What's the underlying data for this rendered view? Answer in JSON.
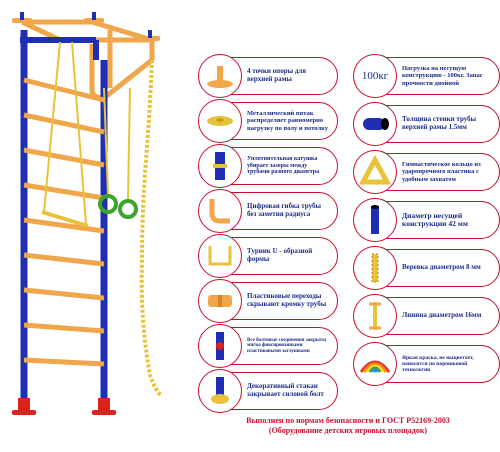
{
  "features_left": [
    {
      "icon": "base-plate-icon",
      "text": "4 точки опоры для верхней рамы",
      "size": 7
    },
    {
      "icon": "floor-pad-icon",
      "text": "Металлический пятак распределяет равномерно нагрузку по полу и потолку",
      "size": 6.5
    },
    {
      "icon": "tube-coupler-icon",
      "text": "Уплотнительная катушка убирает зазоры между трубами разного диаметра",
      "size": 6
    },
    {
      "icon": "bent-pipe-icon",
      "text": "Цифровая гибка трубы без заметия радиуса",
      "size": 7
    },
    {
      "icon": "u-bar-icon",
      "text": "Турник U - образной формы",
      "size": 7
    },
    {
      "icon": "plastic-cap-icon",
      "text": "Пластиковые переходы скрывают кромку трубы",
      "size": 7
    },
    {
      "icon": "bolt-joint-icon",
      "text": "Все болтовые соединения закрыты мягко фиксированными пластиковыми заглушками",
      "size": 5
    },
    {
      "icon": "decor-cup-icon",
      "text": "Декоративный стакан закрывает силовой болт",
      "size": 7
    }
  ],
  "features_right": [
    {
      "icon": "load-100kg-icon",
      "badge": "100кг",
      "text": "Нагрузка на несущую конструкцию - 100кг. Запас прочности двойной",
      "size": 6.5
    },
    {
      "icon": "pipe-wall-icon",
      "text": "Толщина стенки трубы верхней рамы 1.5мм",
      "size": 7
    },
    {
      "icon": "gym-ring-icon",
      "text": "Гимнастическое кольцо из ударопрочного пластика с удобным захватом",
      "size": 6.5
    },
    {
      "icon": "pipe-diameter-icon",
      "text": "Диаметр несущей конструкции 42 мм",
      "size": 7.5
    },
    {
      "icon": "rope-icon",
      "text": "Веревка диаметром 8 мм",
      "size": 7
    },
    {
      "icon": "ladder-rung-icon",
      "text": "Линина диаметром 16мм",
      "size": 7
    },
    {
      "icon": "rainbow-paint-icon",
      "text": "Яркая краска, не выцветает, наносится по порошковой технологии",
      "size": 5.5
    }
  ],
  "footer": {
    "line1": "Выполнен по нормам безопасности и ГОСТ Р52169-2003",
    "line2": "(Оборудование детских игровых площадок)"
  },
  "colors": {
    "frame_blue": "#1f2fb3",
    "rung_orange": "#f0a64a",
    "accent_red": "#c8102e",
    "label_blue": "#1a2a8a",
    "rope_yellow": "#e8c23a",
    "ring_green": "#3aa52a"
  }
}
